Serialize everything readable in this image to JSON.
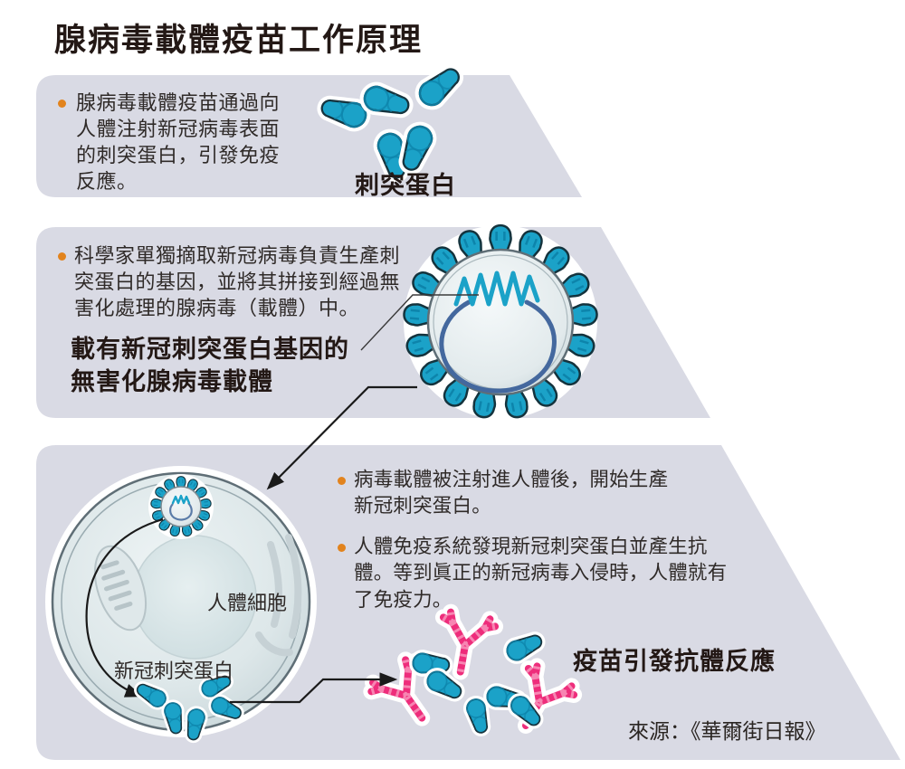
{
  "title": "腺病毒載體疫苗工作原理",
  "source": "來源：《華爾街日報》",
  "colors": {
    "band_background": "#d9dae4",
    "spike_teal": "#1ba2c8",
    "spike_teal_dark": "#0e86ad",
    "antibody_pink": "#ee2d7b",
    "bullet_orange": "#e2831d",
    "title_text": "#231815",
    "body_text": "#2f2a28",
    "genome_blue": "#44689e"
  },
  "step1": {
    "bullet_lines": [
      "腺病毒載體疫苗通過向",
      "人體注射新冠病毒表面",
      "的刺突蛋白，引發免疫",
      "反應。"
    ],
    "illustration_label": "刺突蛋白"
  },
  "step2": {
    "bullet_lines": [
      "科學家單獨摘取新冠病毒負責生產刺",
      "突蛋白的基因，並將其拼接到經過無",
      "害化處理的腺病毒（載體）中。"
    ],
    "label_lines": [
      "載有新冠刺突蛋白基因的",
      "無害化腺病毒載體"
    ]
  },
  "step3": {
    "bullet1_lines": [
      "病毒載體被注射進人體後，開始生產",
      "新冠刺突蛋白。"
    ],
    "bullet2_lines": [
      "人體免疫系統發現新冠刺突蛋白並產生抗",
      "體。等到眞正的新冠病毒入侵時，人體就有",
      "了免疫力。"
    ],
    "cell_label": "人體細胞",
    "cell_spike_label": "新冠刺突蛋白",
    "antibody_label": "疫苗引發抗體反應"
  }
}
